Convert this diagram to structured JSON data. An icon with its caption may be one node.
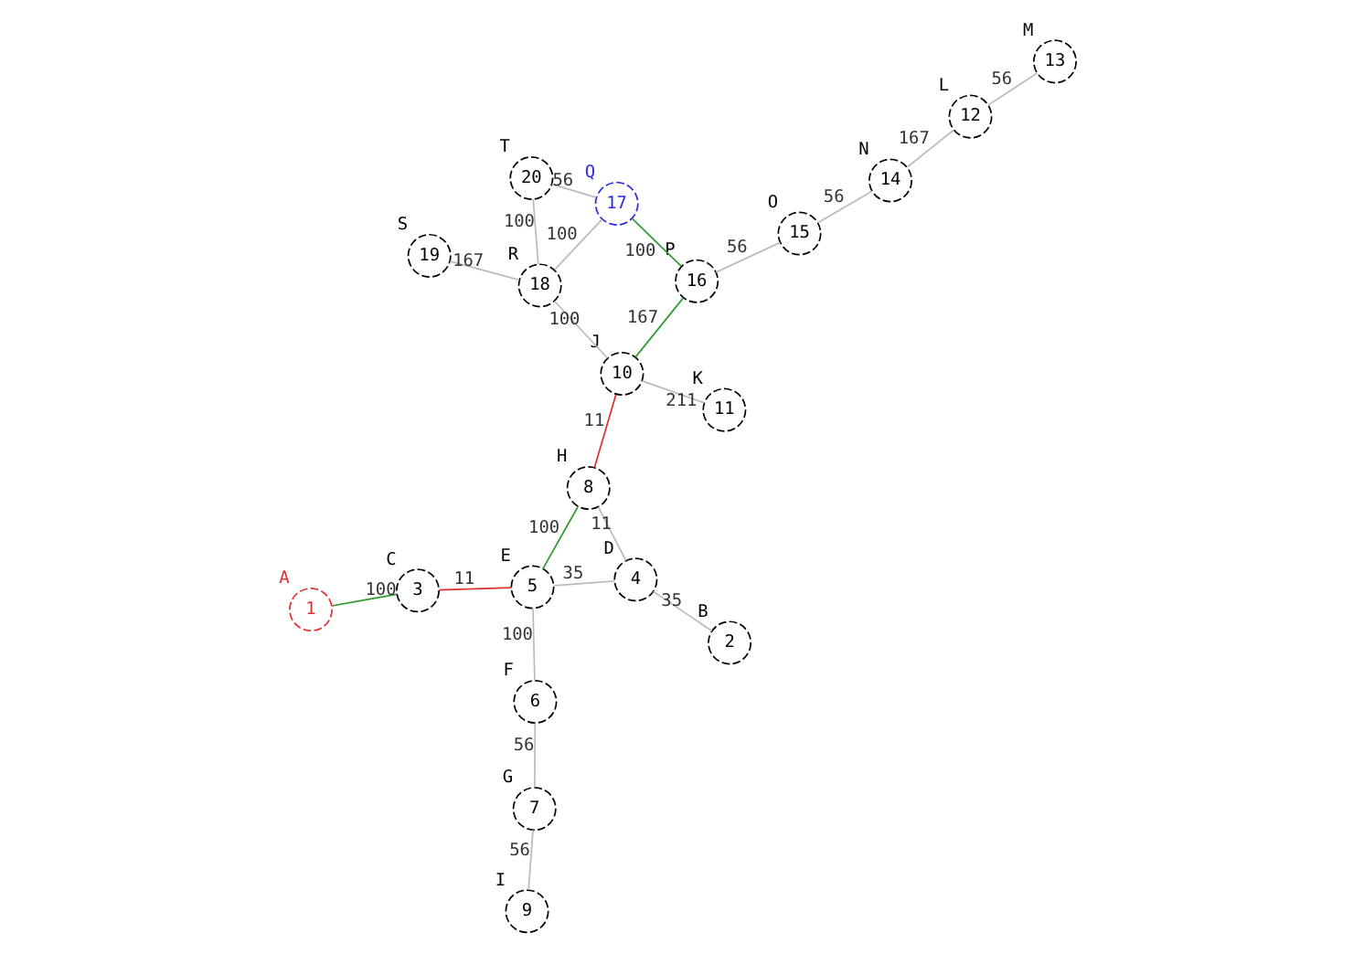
{
  "diagram": {
    "nodes": [
      {
        "text": [
          "1"
        ],
        "beside": [
          "A"
        ]
      },
      {
        "text": [
          "2"
        ],
        "beside": [
          "B"
        ]
      },
      {
        "text": [
          "3"
        ],
        "beside": [
          "C"
        ]
      },
      {
        "text": [
          "4"
        ],
        "beside": [
          "D"
        ]
      },
      {
        "text": [
          "5"
        ],
        "beside": [
          "E"
        ]
      },
      {
        "text": [
          "6"
        ],
        "beside": [
          "F"
        ]
      },
      {
        "text": [
          "7"
        ],
        "beside": [
          "G"
        ]
      },
      {
        "text": [
          "8"
        ],
        "beside": [
          "H"
        ]
      },
      {
        "text": [
          "9"
        ],
        "beside": [
          "I"
        ]
      },
      {
        "text": [
          "10"
        ],
        "beside": [
          "J"
        ]
      },
      {
        "text": [
          "11"
        ],
        "beside": [
          "K"
        ]
      },
      {
        "text": [
          "12"
        ],
        "beside": [
          "L"
        ]
      },
      {
        "text": [
          "13"
        ],
        "beside": [
          "M"
        ]
      },
      {
        "text": [
          "14"
        ],
        "beside": [
          "N"
        ]
      },
      {
        "text": [
          "15"
        ],
        "beside": [
          "O"
        ]
      },
      {
        "text": [
          "16"
        ],
        "beside": [
          "P"
        ]
      },
      {
        "text": [
          "17"
        ],
        "beside": [
          "Q"
        ]
      },
      {
        "text": [
          "18"
        ],
        "beside": [
          "R"
        ]
      },
      {
        "text": [
          "19"
        ],
        "beside": [
          "S"
        ]
      },
      {
        "text": [
          "20"
        ],
        "beside": [
          "T"
        ]
      }
    ],
    "edges": [
      {
        "from": 0,
        "to": 2,
        "arrow": "none",
        "label": "100",
        "color": "#339933"
      },
      {
        "from": 2,
        "to": 4,
        "arrow": "none",
        "label": "11",
        "color": "#e03030"
      },
      {
        "from": 4,
        "to": 5,
        "arrow": "none",
        "label": "100"
      },
      {
        "from": 5,
        "to": 6,
        "arrow": "none",
        "label": "56"
      },
      {
        "from": 6,
        "to": 8,
        "arrow": "none",
        "label": "56"
      },
      {
        "from": 4,
        "to": 3,
        "arrow": "none",
        "label": "35"
      },
      {
        "from": 4,
        "to": 7,
        "arrow": "none",
        "label": "100",
        "color": "#339933"
      },
      {
        "from": 1,
        "to": 3,
        "arrow": "none",
        "label": "35"
      },
      {
        "from": 3,
        "to": 7,
        "arrow": "none",
        "label": "11"
      },
      {
        "from": 7,
        "to": 9,
        "arrow": "none",
        "label": "11",
        "color": "#e03030"
      },
      {
        "from": 10,
        "to": 9,
        "arrow": "none",
        "label": "211"
      },
      {
        "from": 9,
        "to": 15,
        "arrow": "none",
        "label": "167",
        "color": "#339933"
      },
      {
        "from": 11,
        "to": 12,
        "arrow": "none",
        "label": "56"
      },
      {
        "from": 11,
        "to": 13,
        "arrow": "none",
        "label": "167"
      },
      {
        "from": 13,
        "to": 14,
        "arrow": "none",
        "label": "56"
      },
      {
        "from": 14,
        "to": 15,
        "arrow": "none",
        "label": "56"
      },
      {
        "from": 15,
        "to": 16,
        "arrow": "none",
        "label": "100",
        "color": "#339933"
      },
      {
        "from": 9,
        "to": 17,
        "arrow": "none",
        "label": "100"
      },
      {
        "from": 18,
        "to": 17,
        "arrow": "none",
        "label": "167"
      },
      {
        "from": 17,
        "to": 16,
        "arrow": "none",
        "label": "100"
      },
      {
        "from": 17,
        "to": 19,
        "arrow": "none",
        "label": "100"
      },
      {
        "from": 16,
        "to": 19,
        "arrow": "none",
        "label": "56"
      }
    ]
  }
}
